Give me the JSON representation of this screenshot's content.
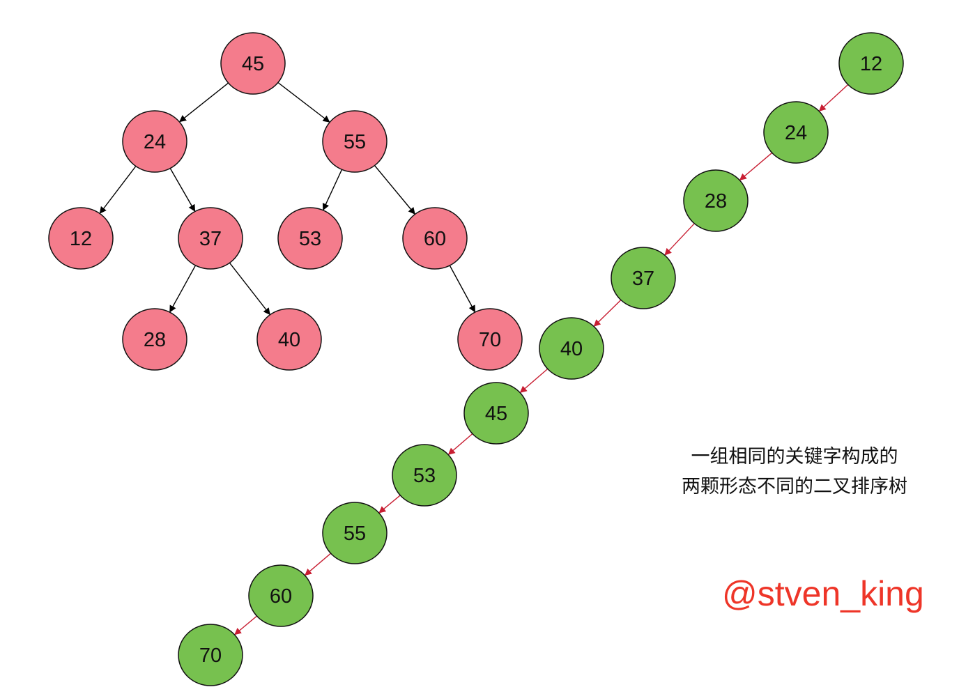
{
  "colors": {
    "tree_a_fill": "#f47c8c",
    "tree_a_edge": "#000000",
    "tree_b_fill": "#77c14f",
    "tree_b_edge": "#c81e32",
    "node_stroke": "#111111",
    "watermark": "#ee3528"
  },
  "tree_a": {
    "root": "45",
    "nodes": [
      "45",
      "24",
      "55",
      "12",
      "37",
      "53",
      "60",
      "28",
      "40",
      "70"
    ],
    "edges": [
      [
        "45",
        "24"
      ],
      [
        "45",
        "55"
      ],
      [
        "24",
        "12"
      ],
      [
        "24",
        "37"
      ],
      [
        "55",
        "53"
      ],
      [
        "55",
        "60"
      ],
      [
        "37",
        "28"
      ],
      [
        "37",
        "40"
      ],
      [
        "60",
        "70"
      ]
    ]
  },
  "tree_b": {
    "root": "12",
    "nodes": [
      "12",
      "24",
      "28",
      "37",
      "40",
      "45",
      "53",
      "55",
      "60",
      "70"
    ],
    "edges": [
      [
        "12",
        "24"
      ],
      [
        "24",
        "28"
      ],
      [
        "28",
        "37"
      ],
      [
        "37",
        "40"
      ],
      [
        "40",
        "45"
      ],
      [
        "45",
        "53"
      ],
      [
        "53",
        "55"
      ],
      [
        "55",
        "60"
      ],
      [
        "60",
        "70"
      ]
    ]
  },
  "caption": {
    "line1": "一组相同的关键字构成的",
    "line2": "两颗形态不同的二叉排序树"
  },
  "watermark": {
    "text": "@stven_king"
  }
}
